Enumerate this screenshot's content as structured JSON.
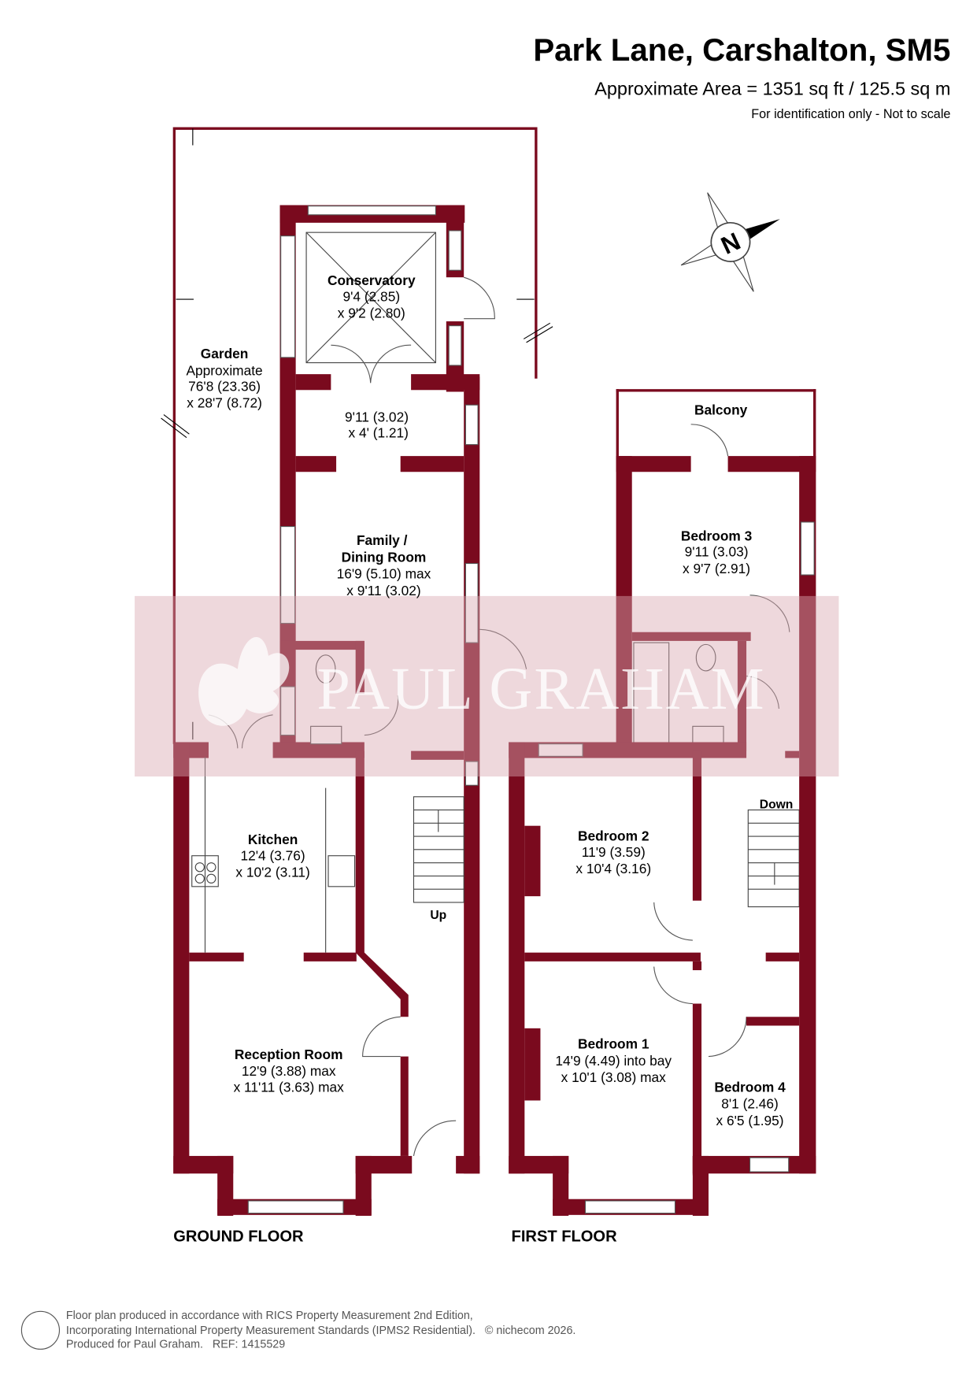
{
  "header": {
    "title": "Park Lane, Carshalton, SM5",
    "area": "Approximate Area = 1351 sq ft / 125.5 sq m",
    "note": "For identification only - Not to scale"
  },
  "colors": {
    "wall": "#7a0a1e",
    "watermark_band": "#e3c2c7"
  },
  "watermark": "PAUL GRAHAM",
  "compass": "N",
  "ground_floor": {
    "label": "GROUND FLOOR",
    "garden": [
      "Garden",
      "Approximate",
      "76'8 (23.36)",
      "x 28'7 (8.72)"
    ],
    "conservatory": [
      "Conservatory",
      "9'4 (2.85)",
      "x 9'2 (2.80)"
    ],
    "lobby": [
      "9'11 (3.02)",
      "x 4' (1.21)"
    ],
    "family": [
      "Family /",
      "Dining Room",
      "16'9 (5.10) max",
      "x 9'11 (3.02)"
    ],
    "kitchen": [
      "Kitchen",
      "12'4 (3.76)",
      "x 10'2 (3.11)"
    ],
    "reception": [
      "Reception Room",
      "12'9 (3.88) max",
      "x 11'11 (3.63) max"
    ],
    "stairs": "Up"
  },
  "first_floor": {
    "label": "FIRST FLOOR",
    "balcony": "Balcony",
    "bedroom3": [
      "Bedroom 3",
      "9'11 (3.03)",
      "x 9'7 (2.91)"
    ],
    "bedroom2": [
      "Bedroom 2",
      "11'9 (3.59)",
      "x 10'4 (3.16)"
    ],
    "bedroom1": [
      "Bedroom 1",
      "14'9 (4.49) into bay",
      "x 10'1 (3.08) max"
    ],
    "bedroom4": [
      "Bedroom 4",
      "8'1 (2.46)",
      "x 6'5 (1.95)"
    ],
    "stairs": "Down"
  },
  "footer": {
    "line1": "Floor plan produced in accordance with RICS Property Measurement 2nd Edition,",
    "line2": "Incorporating International Property Measurement Standards (IPMS2 Residential).",
    "copyright": "© nichecom 2026.",
    "line3": "Produced for Paul Graham.   REF: 1415529"
  }
}
